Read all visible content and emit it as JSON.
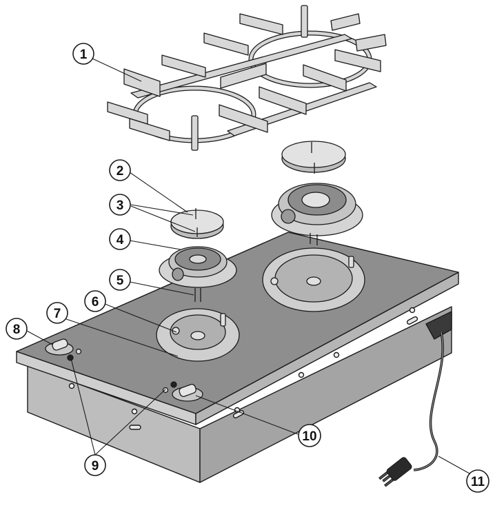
{
  "diagram": {
    "callouts": [
      {
        "id": "1",
        "label": "1"
      },
      {
        "id": "2",
        "label": "2"
      },
      {
        "id": "3",
        "label": "3"
      },
      {
        "id": "4",
        "label": "4"
      },
      {
        "id": "5",
        "label": "5"
      },
      {
        "id": "6",
        "label": "6"
      },
      {
        "id": "7",
        "label": "7"
      },
      {
        "id": "8",
        "label": "8"
      },
      {
        "id": "9",
        "label": "9"
      },
      {
        "id": "10",
        "label": "10"
      },
      {
        "id": "11",
        "label": "11"
      }
    ]
  },
  "colors": {
    "line": "#1a1a1a",
    "panel_top": "#8d8d8d",
    "panel_front": "#b8b8b8",
    "panel_side": "#9a9a9a",
    "part_light": "#dcdcdc",
    "part_mid": "#c2c2c2",
    "part_dark": "#8a8a8a",
    "background": "#ffffff"
  }
}
